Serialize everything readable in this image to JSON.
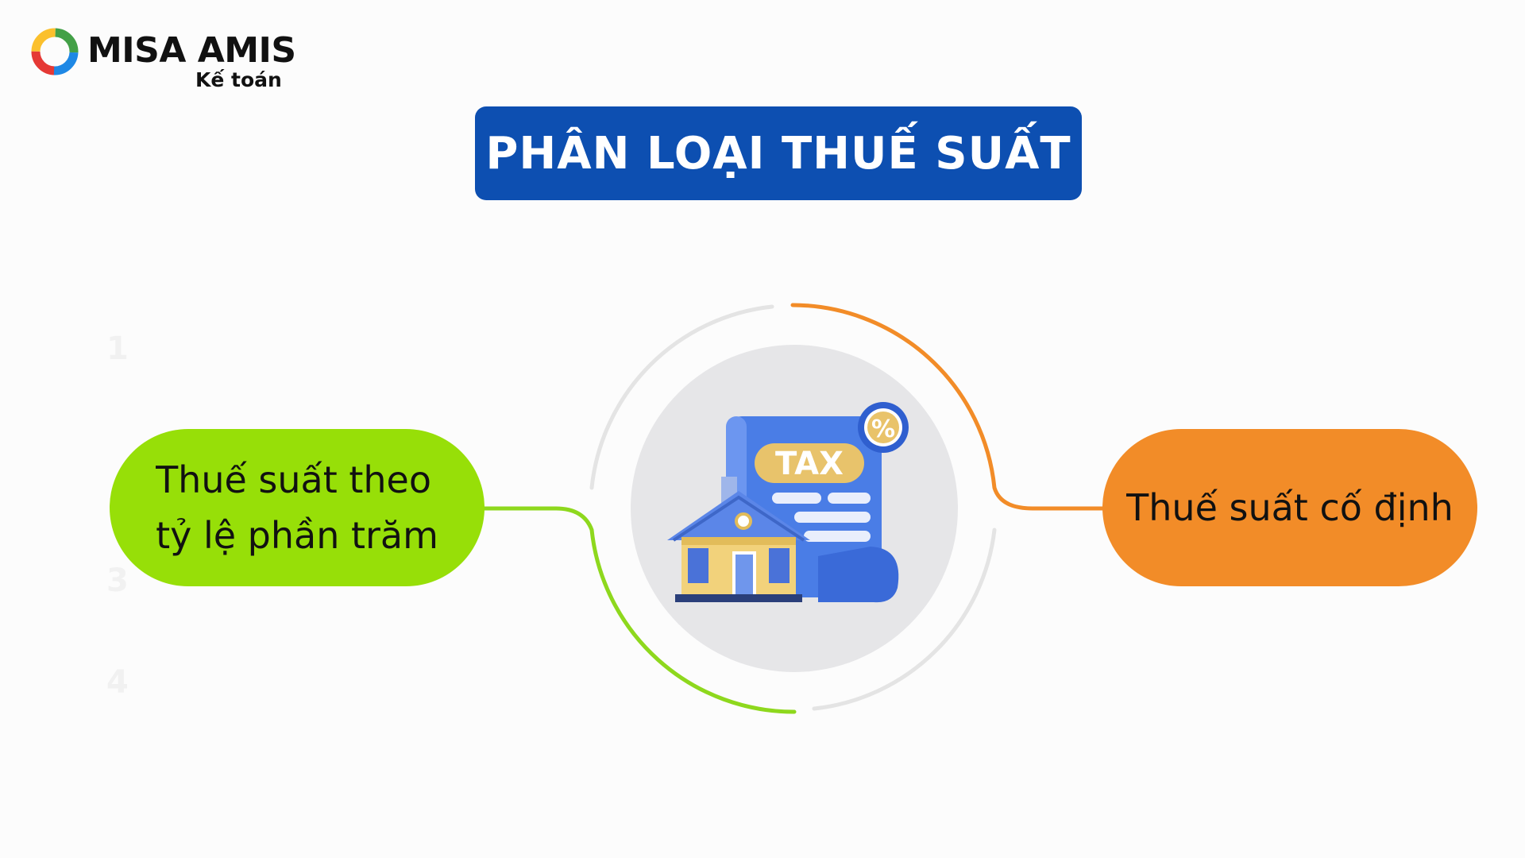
{
  "logo": {
    "name": "MISA AMIS",
    "subtitle": "Kế toán",
    "icon": "misa-swirl-logo-icon"
  },
  "title": "PHÂN LOẠI THUẾ SUẤT",
  "center": {
    "illustration": "tax-house-icon",
    "badge_text": "TAX",
    "percent_symbol": "%"
  },
  "branches": {
    "left": {
      "label": "Thuế suất theo\ntỷ lệ phần trăm",
      "color": "#97df08"
    },
    "right": {
      "label": "Thuế suất cố định",
      "color": "#f28c28"
    }
  },
  "ghost_marks": [
    "1",
    "3",
    "4"
  ],
  "colors": {
    "title_bg": "#0d4fb1",
    "ring_gray": "#e4e4e4",
    "disc": "#e6e6e8"
  }
}
